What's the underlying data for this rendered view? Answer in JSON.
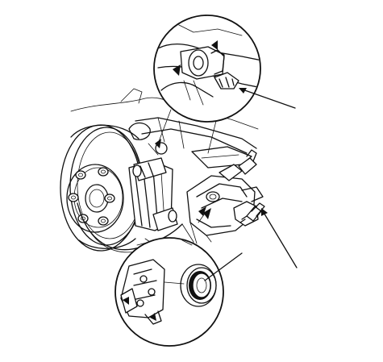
{
  "diagram": {
    "subject": "",
    "colors": {
      "ink": "#111111",
      "paper": "#ffffff"
    },
    "detail_callouts": [
      {
        "name": "upper-detail-bleeder-screw"
      },
      {
        "name": "lower-detail-caliper-bracket-and-seal"
      }
    ],
    "leader_lines": 3
  }
}
